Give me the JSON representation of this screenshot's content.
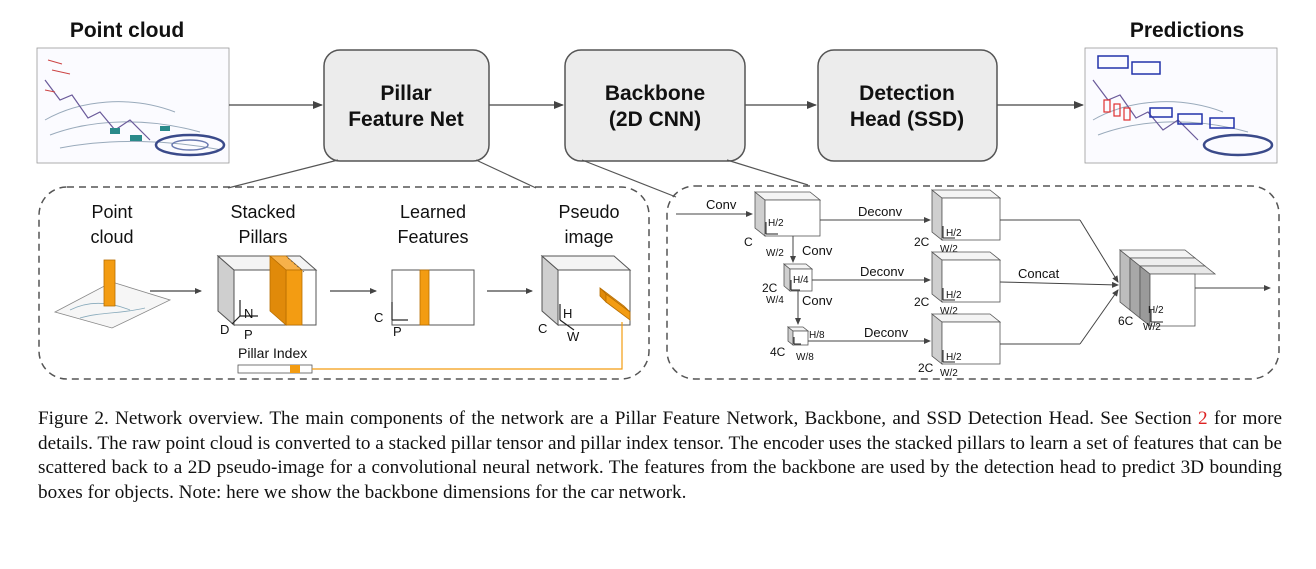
{
  "top": {
    "input_label": "Point cloud",
    "output_label": "Predictions",
    "stages": [
      {
        "line1": "Pillar",
        "line2": "Feature Net"
      },
      {
        "line1": "Backbone",
        "line2": "(2D CNN)"
      },
      {
        "line1": "Detection",
        "line2": "Head (SSD)"
      }
    ]
  },
  "pfn": {
    "step_point_cloud": [
      "Point",
      "cloud"
    ],
    "step_stacked": [
      "Stacked",
      "Pillars"
    ],
    "step_learned": [
      "Learned",
      "Features"
    ],
    "step_pseudo": [
      "Pseudo",
      "image"
    ],
    "axis_D": "D",
    "axis_N": "N",
    "axis_P": "P",
    "axis_C": "C",
    "axis_H": "H",
    "axis_W": "W",
    "pillar_index": "Pillar Index"
  },
  "backbone": {
    "conv_input": "Conv",
    "conv": "Conv",
    "deconv": "Deconv",
    "concat": "Concat",
    "C": "C",
    "2C": "2C",
    "4C": "4C",
    "6C": "6C",
    "H2": "H/2",
    "W2": "W/2",
    "H4": "H/4",
    "W4": "W/4",
    "H8": "H/8",
    "W8": "W/8"
  },
  "caption": {
    "before_ref": "Figure 2. Network overview. The main components of the network are a Pillar Feature Network, Backbone, and SSD Detection Head. See Section ",
    "ref": "2",
    "after_ref": " for more details. The raw point cloud is converted to a stacked pillar tensor and pillar index tensor. The encoder uses the stacked pillars to learn a set of features that can be scattered back to a 2D pseudo-image for a convolutional neural network. The features from the backbone are used by the detection head to predict 3D bounding boxes for objects. Note: here we show the backbone dimensions for the car network."
  },
  "colors": {
    "stage_fill": "#ececec",
    "stage_stroke": "#555555",
    "accent_orange": "#f39c12",
    "dashed_border": "#555555",
    "ref_red": "#d22222"
  }
}
